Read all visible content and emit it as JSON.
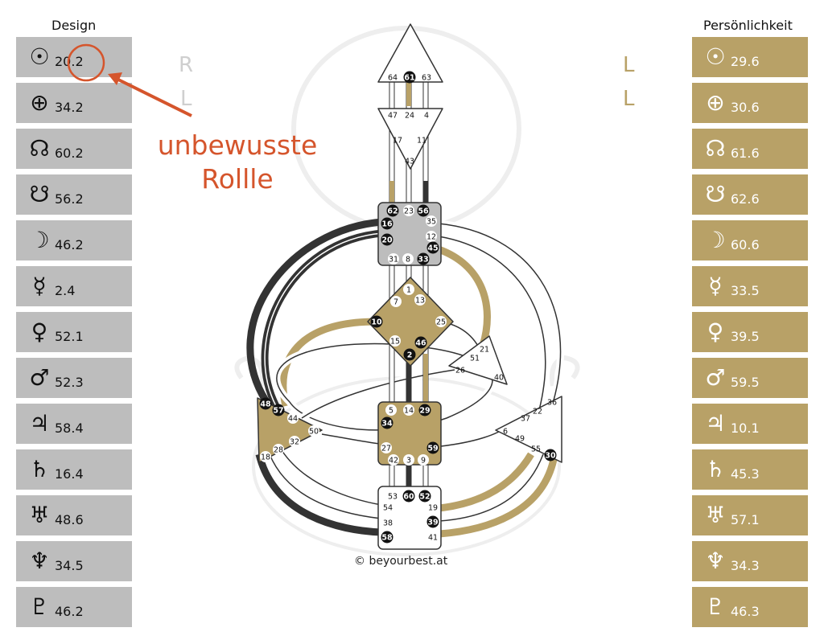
{
  "design": {
    "title": "Design",
    "planets": [
      {
        "icon": "sun-icon",
        "glyph": "☉",
        "value": "20.2"
      },
      {
        "icon": "earth-icon",
        "glyph": "⊕",
        "value": "34.2"
      },
      {
        "icon": "north-node-icon",
        "glyph": "☊",
        "value": "60.2"
      },
      {
        "icon": "south-node-icon",
        "glyph": "☋",
        "value": "56.2"
      },
      {
        "icon": "moon-icon",
        "glyph": "☽",
        "value": "46.2"
      },
      {
        "icon": "mercury-icon",
        "glyph": "☿",
        "value": "2.4"
      },
      {
        "icon": "venus-icon",
        "glyph": "♀",
        "value": "52.1"
      },
      {
        "icon": "mars-icon",
        "glyph": "♂",
        "value": "52.3"
      },
      {
        "icon": "jupiter-icon",
        "glyph": "♃",
        "value": "58.4"
      },
      {
        "icon": "saturn-icon",
        "glyph": "♄",
        "value": "16.4"
      },
      {
        "icon": "uranus-icon",
        "glyph": "♅",
        "value": "48.6"
      },
      {
        "icon": "neptune-icon",
        "glyph": "♆",
        "value": "34.5"
      },
      {
        "icon": "pluto-icon",
        "glyph": "♇",
        "value": "46.2"
      }
    ],
    "arrows": [
      "R",
      "L"
    ]
  },
  "personality": {
    "title": "Persönlichkeit",
    "planets": [
      {
        "icon": "sun-icon",
        "glyph": "☉",
        "value": "29.6"
      },
      {
        "icon": "earth-icon",
        "glyph": "⊕",
        "value": "30.6"
      },
      {
        "icon": "north-node-icon",
        "glyph": "☊",
        "value": "61.6"
      },
      {
        "icon": "south-node-icon",
        "glyph": "☋",
        "value": "62.6"
      },
      {
        "icon": "moon-icon",
        "glyph": "☽",
        "value": "60.6"
      },
      {
        "icon": "mercury-icon",
        "glyph": "☿",
        "value": "33.5"
      },
      {
        "icon": "venus-icon",
        "glyph": "♀",
        "value": "39.5"
      },
      {
        "icon": "mars-icon",
        "glyph": "♂",
        "value": "59.5"
      },
      {
        "icon": "jupiter-icon",
        "glyph": "♃",
        "value": "10.1"
      },
      {
        "icon": "saturn-icon",
        "glyph": "♄",
        "value": "45.3"
      },
      {
        "icon": "uranus-icon",
        "glyph": "♅",
        "value": "57.1"
      },
      {
        "icon": "neptune-icon",
        "glyph": "♆",
        "value": "34.3"
      },
      {
        "icon": "pluto-icon",
        "glyph": "♇",
        "value": "46.3"
      }
    ],
    "arrows": [
      "L",
      "L"
    ]
  },
  "annotation": {
    "line1": "unbewusste",
    "line2": "Rollle"
  },
  "copyright": "© beyourbest.at",
  "colors": {
    "design": "#bdbdbd",
    "personality": "#b8a167",
    "accent": "#d5552c",
    "black": "#333333",
    "center_defined": "#b8a167",
    "center_grey": "#bdbdbd"
  },
  "centers": [
    {
      "name": "head",
      "defined": false,
      "gates": [
        {
          "n": "64",
          "active": false
        },
        {
          "n": "61",
          "active": true
        },
        {
          "n": "63",
          "active": false
        }
      ]
    },
    {
      "name": "ajna",
      "defined": false,
      "gates": [
        {
          "n": "47",
          "active": false
        },
        {
          "n": "24",
          "active": false
        },
        {
          "n": "4",
          "active": false
        },
        {
          "n": "17",
          "active": false
        },
        {
          "n": "11",
          "active": false
        },
        {
          "n": "43",
          "active": false
        }
      ]
    },
    {
      "name": "throat",
      "defined": true,
      "gates": [
        {
          "n": "62",
          "active": true
        },
        {
          "n": "23",
          "active": false
        },
        {
          "n": "56",
          "active": true
        },
        {
          "n": "35",
          "active": false
        },
        {
          "n": "16",
          "active": true
        },
        {
          "n": "12",
          "active": false
        },
        {
          "n": "20",
          "active": true
        },
        {
          "n": "45",
          "active": true
        },
        {
          "n": "31",
          "active": false
        },
        {
          "n": "8",
          "active": false
        },
        {
          "n": "33",
          "active": true
        }
      ]
    },
    {
      "name": "g-center",
      "defined": true,
      "gates": [
        {
          "n": "1",
          "active": false
        },
        {
          "n": "7",
          "active": false
        },
        {
          "n": "13",
          "active": false
        },
        {
          "n": "10",
          "active": true
        },
        {
          "n": "25",
          "active": false
        },
        {
          "n": "15",
          "active": false
        },
        {
          "n": "46",
          "active": true
        },
        {
          "n": "2",
          "active": true
        }
      ]
    },
    {
      "name": "ego",
      "defined": false,
      "gates": [
        {
          "n": "21",
          "active": false
        },
        {
          "n": "51",
          "active": false
        },
        {
          "n": "26",
          "active": false
        },
        {
          "n": "40",
          "active": false
        }
      ]
    },
    {
      "name": "spleen",
      "defined": true,
      "gates": [
        {
          "n": "48",
          "active": true
        },
        {
          "n": "57",
          "active": true
        },
        {
          "n": "44",
          "active": false
        },
        {
          "n": "50",
          "active": false
        },
        {
          "n": "32",
          "active": false
        },
        {
          "n": "28",
          "active": false
        },
        {
          "n": "18",
          "active": false
        }
      ]
    },
    {
      "name": "sacral",
      "defined": true,
      "gates": [
        {
          "n": "5",
          "active": false
        },
        {
          "n": "14",
          "active": false
        },
        {
          "n": "29",
          "active": true
        },
        {
          "n": "34",
          "active": true
        },
        {
          "n": "27",
          "active": false
        },
        {
          "n": "59",
          "active": true
        },
        {
          "n": "42",
          "active": false
        },
        {
          "n": "3",
          "active": false
        },
        {
          "n": "9",
          "active": false
        }
      ]
    },
    {
      "name": "solar-plexus",
      "defined": false,
      "gates": [
        {
          "n": "36",
          "active": false
        },
        {
          "n": "22",
          "active": false
        },
        {
          "n": "37",
          "active": false
        },
        {
          "n": "6",
          "active": false
        },
        {
          "n": "49",
          "active": false
        },
        {
          "n": "55",
          "active": false
        },
        {
          "n": "30",
          "active": true
        }
      ]
    },
    {
      "name": "root",
      "defined": false,
      "gates": [
        {
          "n": "53",
          "active": false
        },
        {
          "n": "60",
          "active": true
        },
        {
          "n": "52",
          "active": true
        },
        {
          "n": "54",
          "active": false
        },
        {
          "n": "19",
          "active": false
        },
        {
          "n": "38",
          "active": false
        },
        {
          "n": "39",
          "active": true
        },
        {
          "n": "58",
          "active": true
        },
        {
          "n": "41",
          "active": false
        }
      ]
    }
  ]
}
